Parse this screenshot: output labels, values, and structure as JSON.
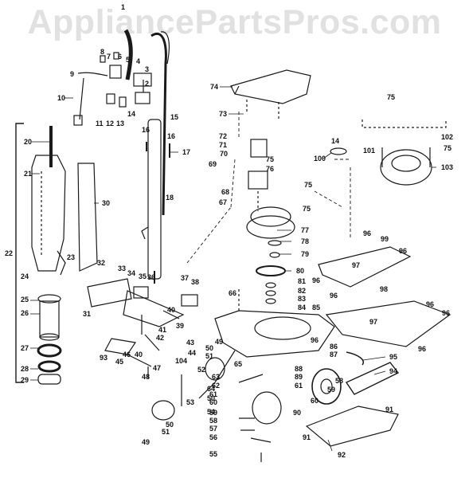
{
  "watermark": "AppliancePartsPros.com",
  "labels": {
    "p1": "1",
    "p2": "2",
    "p3": "3",
    "p4": "4",
    "p5": "5",
    "p6": "6",
    "p7": "7",
    "p8": "8",
    "p9": "9",
    "p10": "10",
    "p11": "11",
    "p12": "12",
    "p13": "13",
    "p14": "14",
    "p15": "15",
    "p16": "16",
    "p17": "17",
    "p18": "18",
    "p20": "20",
    "p21": "21",
    "p22": "22",
    "p23": "23",
    "p24": "24",
    "p25": "25",
    "p26": "26",
    "p27": "27",
    "p28": "28",
    "p29": "29",
    "p30": "30",
    "p31": "31",
    "p32": "32",
    "p33": "33",
    "p34": "34",
    "p35": "35",
    "p36": "36",
    "p37": "37",
    "p38": "38",
    "p39": "39",
    "p40": "40",
    "p41": "41",
    "p42": "42",
    "p43": "43",
    "p44": "44",
    "p45": "45",
    "p46": "46",
    "p47": "47",
    "p48": "48",
    "p49": "49",
    "p50": "50",
    "p51": "51",
    "p52": "52",
    "p53": "53",
    "p54": "54",
    "p55": "55",
    "p56": "56",
    "p57": "57",
    "p58": "58",
    "p59": "59",
    "p60": "60",
    "p61": "61",
    "p62": "62",
    "p63": "63",
    "p64": "64",
    "p65": "65",
    "p66": "66",
    "p67": "67",
    "p68": "68",
    "p69": "69",
    "p70": "70",
    "p71": "71",
    "p72": "72",
    "p73": "73",
    "p74": "74",
    "p75": "75",
    "p76": "76",
    "p77": "77",
    "p78": "78",
    "p79": "79",
    "p80": "80",
    "p81": "81",
    "p82": "82",
    "p83": "83",
    "p84": "84",
    "p85": "85",
    "p86": "86",
    "p87": "87",
    "p88": "88",
    "p89": "89",
    "p90": "90",
    "p91": "91",
    "p92": "92",
    "p93": "93",
    "p94": "94",
    "p95": "95",
    "p96": "96",
    "p97": "97",
    "p98": "98",
    "p99": "99",
    "p100": "100",
    "p101": "101",
    "p102": "102",
    "p103": "103",
    "p104": "104"
  }
}
